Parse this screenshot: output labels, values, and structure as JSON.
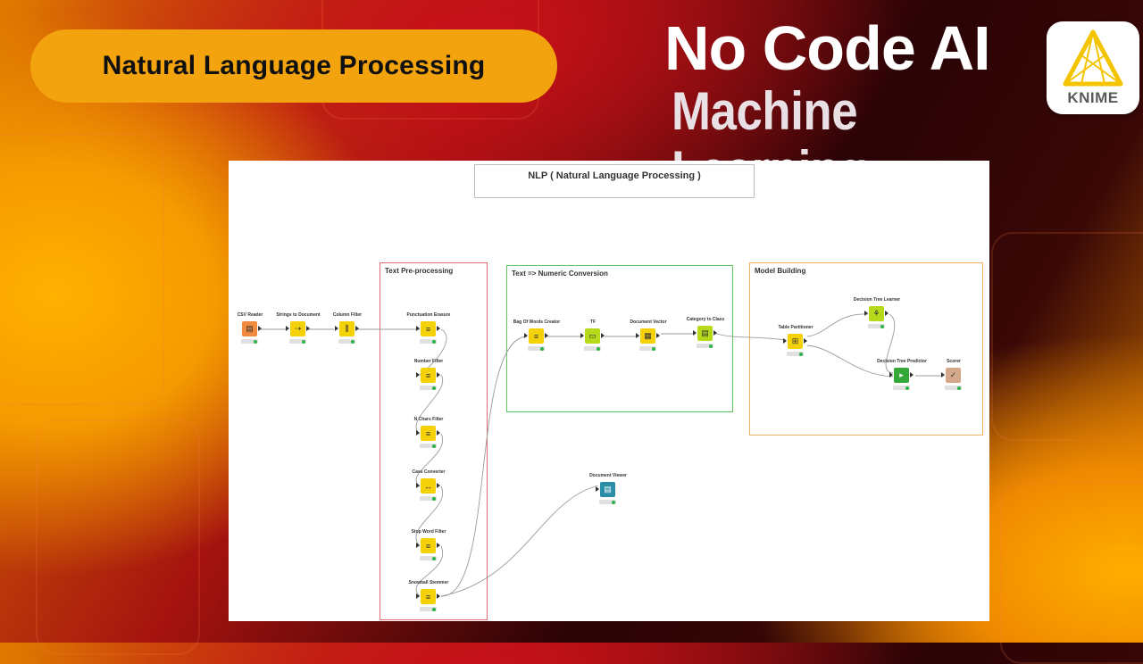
{
  "banner": {
    "pill_title": "Natural Language Processing",
    "headline": "No Code AI",
    "subheadline": "Machine Learning",
    "logo_text": "KNIME"
  },
  "workflow": {
    "title": "NLP ( Natural Language Processing )",
    "annotations": {
      "preprocessing": "Text Pre-processing",
      "numeric": "Text => Numeric Conversion",
      "model": "Model Building"
    },
    "nodes": {
      "csv_reader": "CSV Reader",
      "strings_to_document": "Strings to Document",
      "column_filter": "Column Filter",
      "punctuation_erasure": "Punctuation Erasure",
      "number_filter": "Number Filter",
      "n_chars_filter": "N Chars Filter",
      "case_converter": "Case Converter",
      "stop_word_filter": "Stop Word Filter",
      "snowball_stemmer": "Snowball Stemmer",
      "bag_of_words_creator": "Bag Of Words Creator",
      "tf": "TF",
      "document_vector": "Document Vector",
      "category_to_class": "Category to Class",
      "document_viewer": "Document Viewer",
      "table_partitioner": "Table Partitioner",
      "decision_tree_learner": "Decision Tree Learner",
      "decision_tree_predictor": "Decision Tree Predictor",
      "scorer": "Scorer"
    }
  },
  "colors": {
    "reader": "#f08a3c",
    "manipulator": "#f5d10a",
    "learner": "#b6d91a",
    "predictor": "#35a83a",
    "scorer": "#d4a88a",
    "viewer": "#2b8ea8",
    "ann_red": "#e07070",
    "ann_green": "#62c462",
    "ann_orange": "#f0b060"
  }
}
